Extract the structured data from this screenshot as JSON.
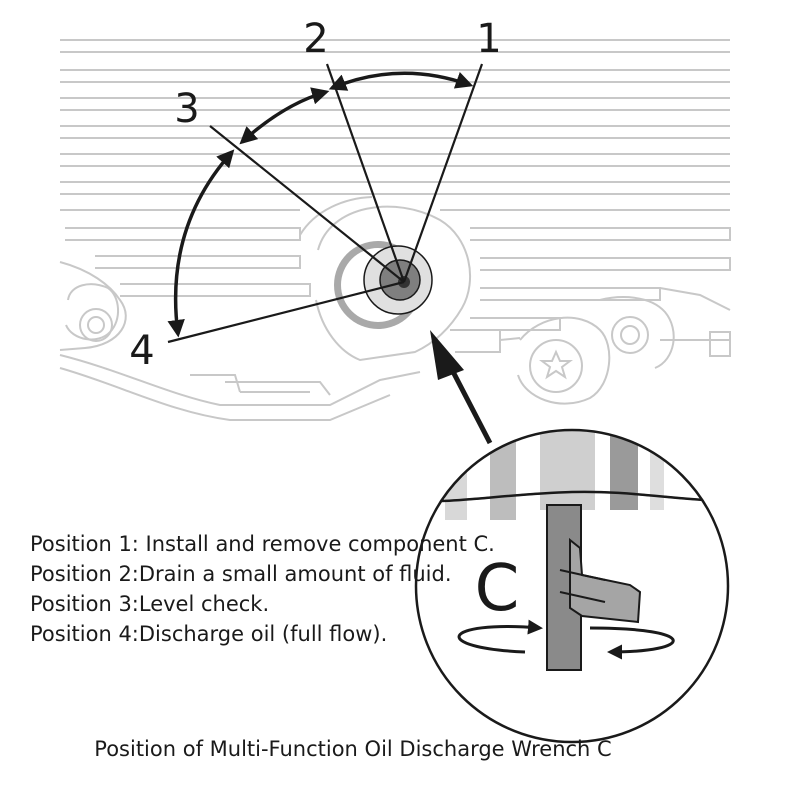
{
  "positions": {
    "p1": {
      "number": "1",
      "text": "Position 1: Install and remove component C."
    },
    "p2": {
      "number": "2",
      "text": "Position 2:Drain a small amount of fluid."
    },
    "p3": {
      "number": "3",
      "text": "Position 3:Level check."
    },
    "p4": {
      "number": "4",
      "text": "Position 4:Discharge oil (full flow)."
    }
  },
  "inset_label": "C",
  "caption": "Position of Multi-Function Oil Discharge Wrench C",
  "colors": {
    "line": "#1a1a1a",
    "pan_outline": "#c8c8c8",
    "plug_ring": "#a9a9a9",
    "plug_center": "#7f7f7f",
    "wrench": "#8a8a8a"
  }
}
